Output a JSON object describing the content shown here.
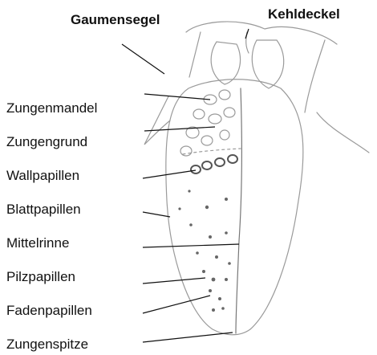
{
  "labels": {
    "gaumensegel": "Gaumensegel",
    "kehldeckel": "Kehldeckel",
    "zungenmandel": "Zungenmandel",
    "zungengrund": "Zungengrund",
    "wallpapillen": "Wallpapillen",
    "blattpapillen": "Blattpapillen",
    "mittelrinne": "Mittelrinne",
    "pilzpapillen": "Pilzpapillen",
    "fadenpapillen": "Fadenpapillen",
    "zungenspitze": "Zungenspitze"
  }
}
